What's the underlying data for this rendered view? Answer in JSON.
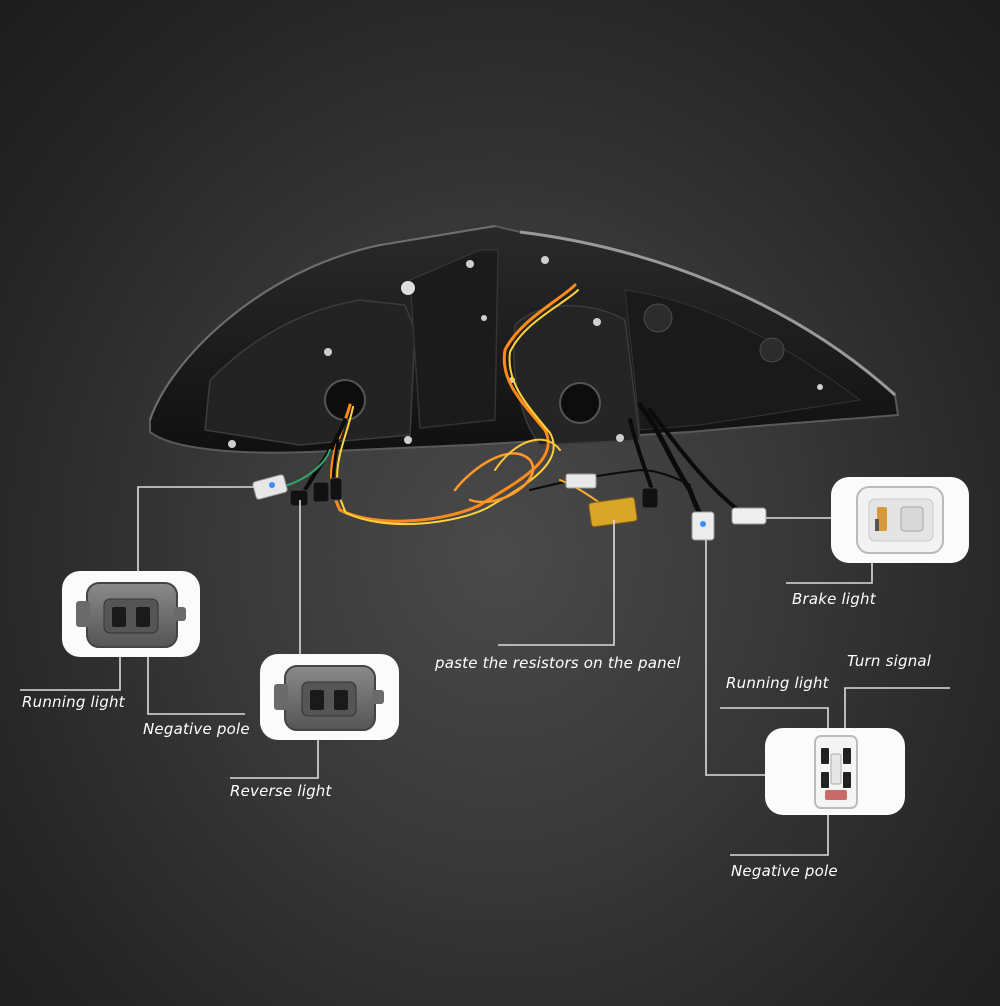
{
  "labels": {
    "running_light_left": "Running light",
    "negative_pole_left": "Negative pole",
    "reverse_light": "Reverse light",
    "resistors": "paste the resistors on the panel",
    "brake_light": "Brake light",
    "turn_signal": "Turn signal",
    "running_light_right": "Running light",
    "negative_pole_right": "Negative pole"
  },
  "colors": {
    "background": "#2e2e2e",
    "leader_line": "#dddddd",
    "card": "#fbfbfb",
    "wire_orange": "#ff8c1a",
    "wire_yellow": "#ffd23a",
    "resistor": "#d9a62a"
  }
}
